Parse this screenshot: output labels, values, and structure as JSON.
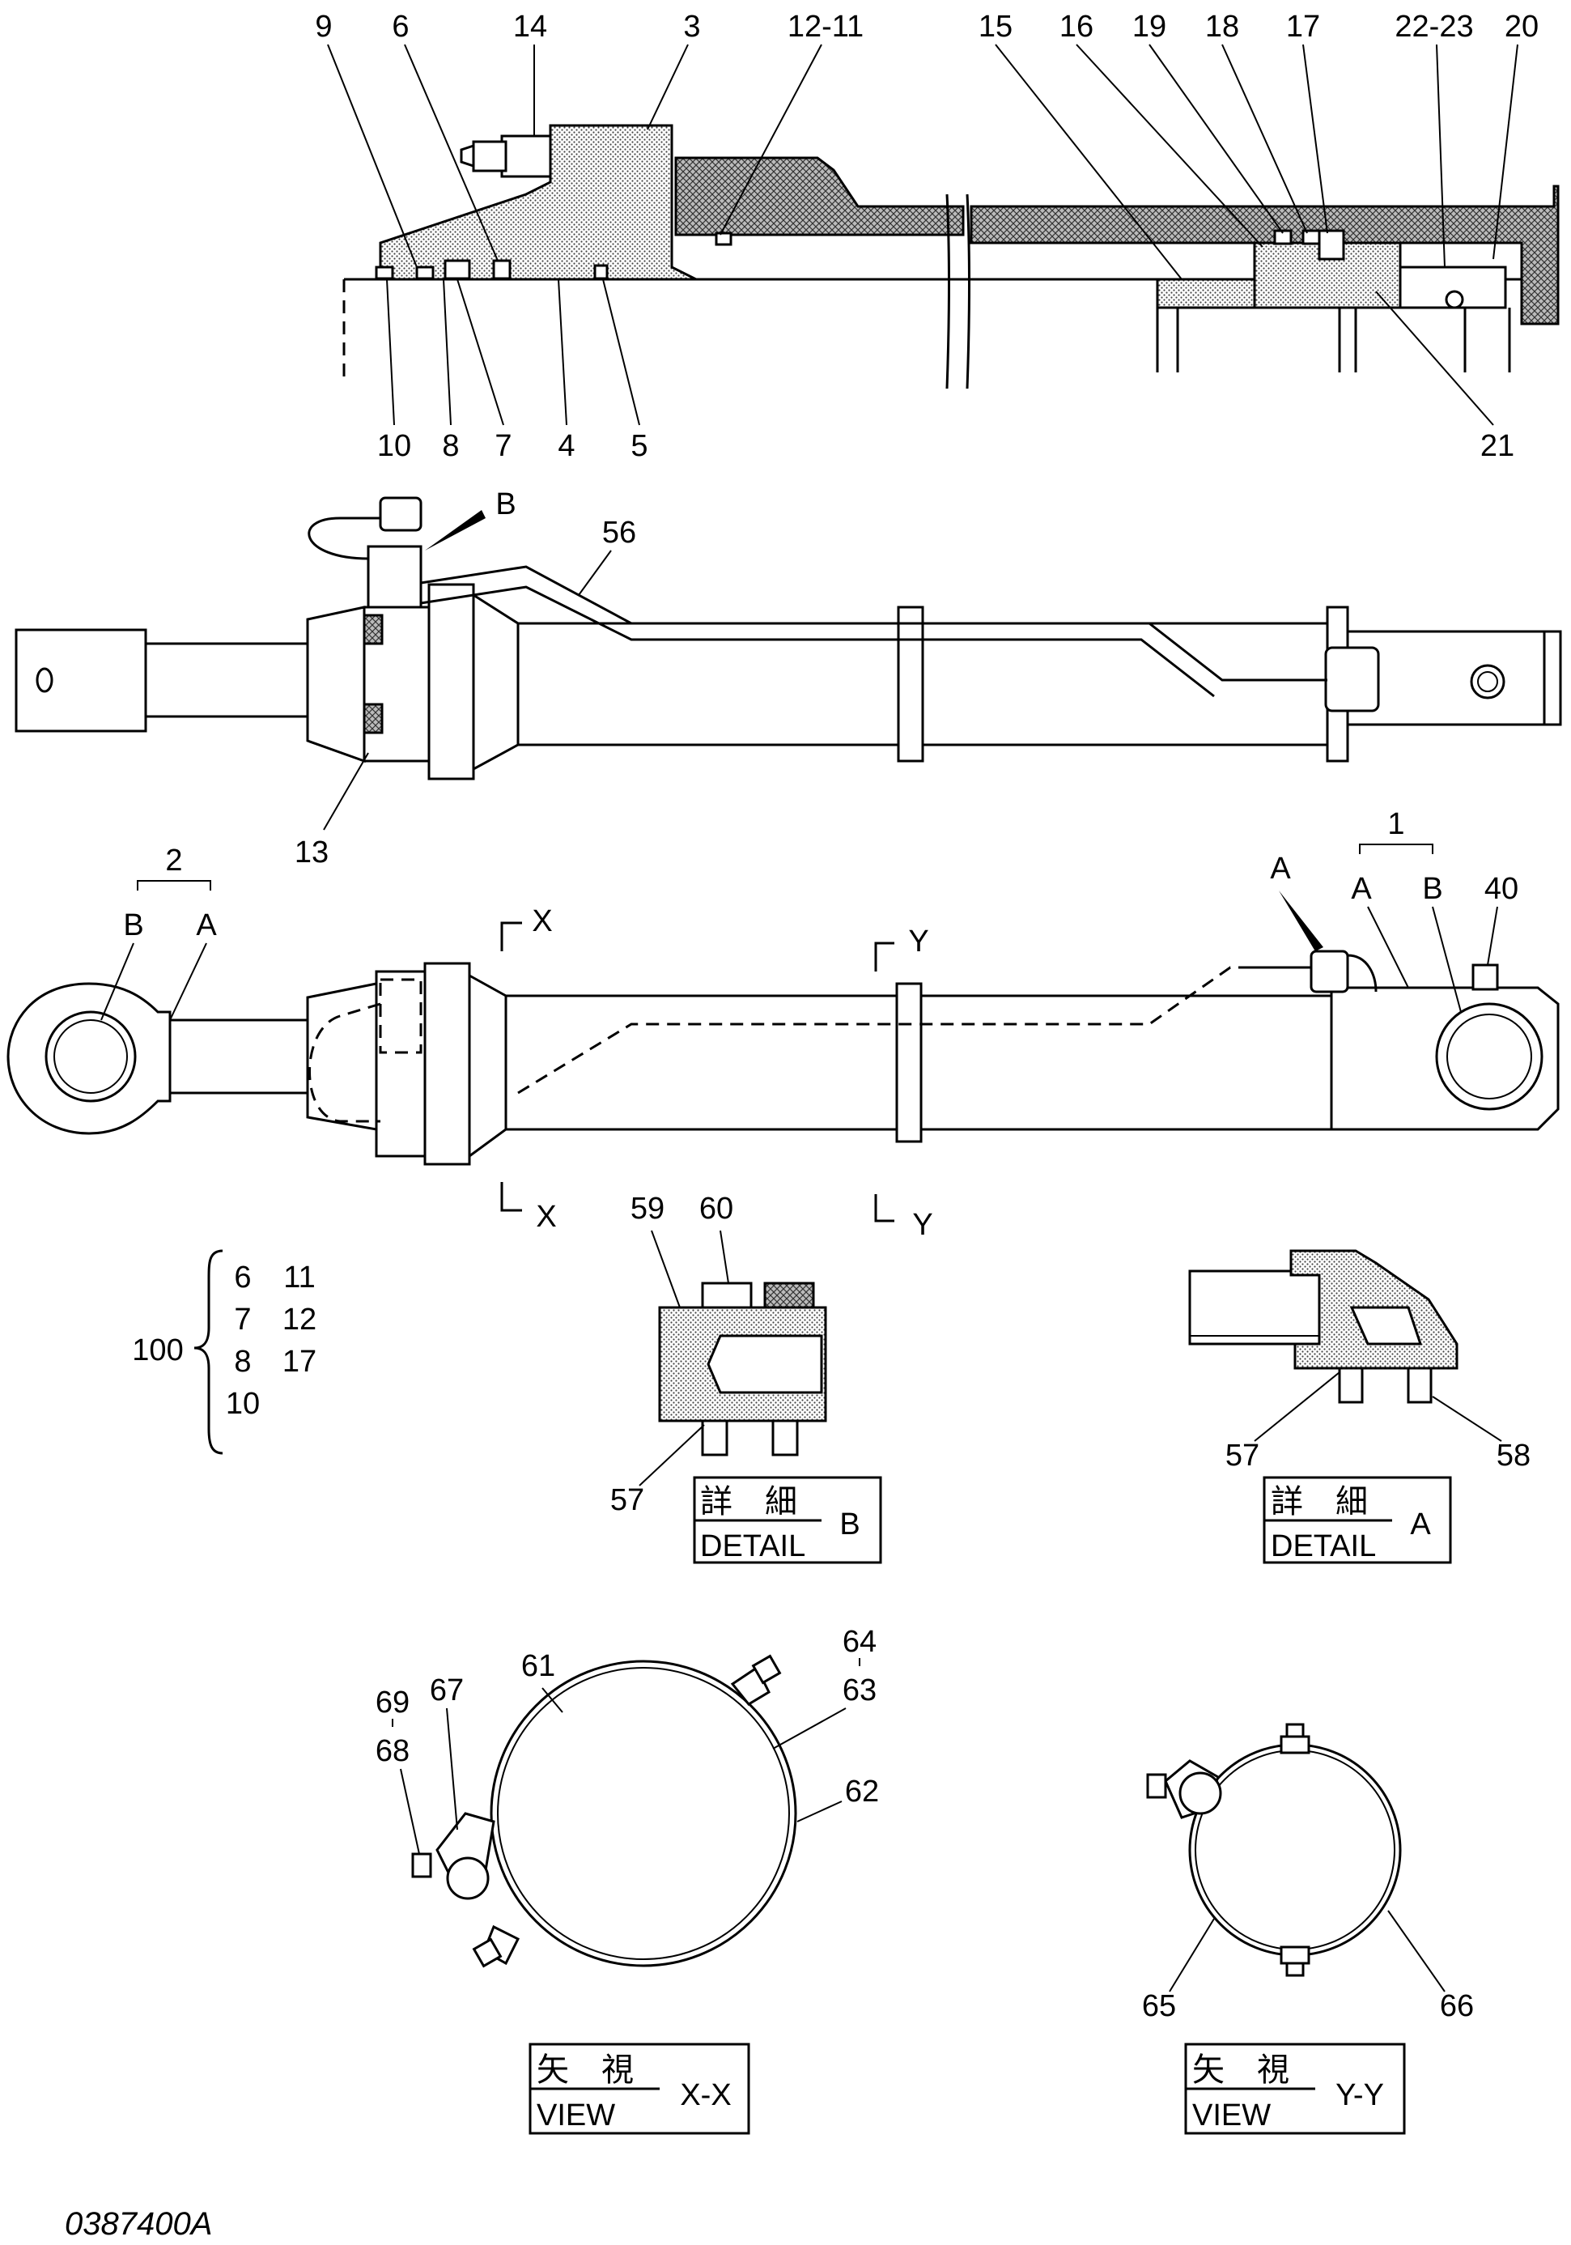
{
  "top_section_labels": {
    "l9": "9",
    "l6": "6",
    "l14": "14",
    "l3": "3",
    "l12_11": "12-11",
    "l15": "15",
    "l16": "16",
    "l19": "19",
    "l18": "18",
    "l17": "17",
    "l22_23": "22-23",
    "l20": "20",
    "l10": "10",
    "l8": "8",
    "l7": "7",
    "l4": "4",
    "l5": "5",
    "l21": "21"
  },
  "side_view_labels": {
    "b": "B",
    "l56": "56",
    "l13": "13"
  },
  "main_view_labels": {
    "l2": "2",
    "b_left": "B",
    "a_left": "A",
    "x_top": "X",
    "x_bottom": "X",
    "y_top": "Y",
    "y_bottom": "Y",
    "a_pointer": "A",
    "l1": "1",
    "a_right": "A",
    "b_right": "B",
    "l40": "40"
  },
  "kit_list": {
    "number": "100",
    "col1": [
      "6",
      "7",
      "8",
      "10"
    ],
    "col2": [
      "11",
      "12",
      "17"
    ]
  },
  "detail_b": {
    "l59": "59",
    "l60": "60",
    "l57": "57",
    "title_jp": "詳　細",
    "title_en": "DETAIL",
    "letter": "B"
  },
  "detail_a": {
    "l57": "57",
    "l58": "58",
    "title_jp": "詳　細",
    "title_en": "DETAIL",
    "letter": "A"
  },
  "view_xx": {
    "l61": "61",
    "l62": "62",
    "l63": "63",
    "l64": "64",
    "l67": "67",
    "l68": "68",
    "l69": "69",
    "title_jp": "矢　視",
    "title_en": "VIEW",
    "letter": "X-X"
  },
  "view_yy": {
    "l65": "65",
    "l66": "66",
    "title_jp": "矢　視",
    "title_en": "VIEW",
    "letter": "Y-Y"
  },
  "drawing_number": "0387400A"
}
